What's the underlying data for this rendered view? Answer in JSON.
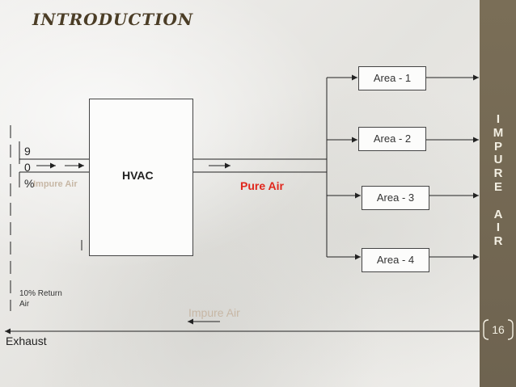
{
  "slide": {
    "title": "INTRODUCTION",
    "page_number": "16",
    "side_label": [
      "I",
      "M",
      "P",
      "U",
      "R",
      "E",
      "",
      "A",
      "I",
      "R"
    ],
    "colors": {
      "sidebar": "#73684f",
      "title": "#4b3d26",
      "pure_air": "#e0261c",
      "impure_air": "#c7b7a5"
    }
  },
  "diagram": {
    "hvac_label": "HVAC",
    "areas": [
      "Area - 1",
      "Area - 2",
      "Area - 3",
      "Area - 4"
    ],
    "percent_chars": [
      "9",
      "0",
      "%"
    ],
    "impure_air_in": "Impure Air",
    "pure_air": "Pure Air",
    "return_label": "10% Return Air",
    "impure_air_return": "Impure Air",
    "exhaust": "Exhaust"
  }
}
